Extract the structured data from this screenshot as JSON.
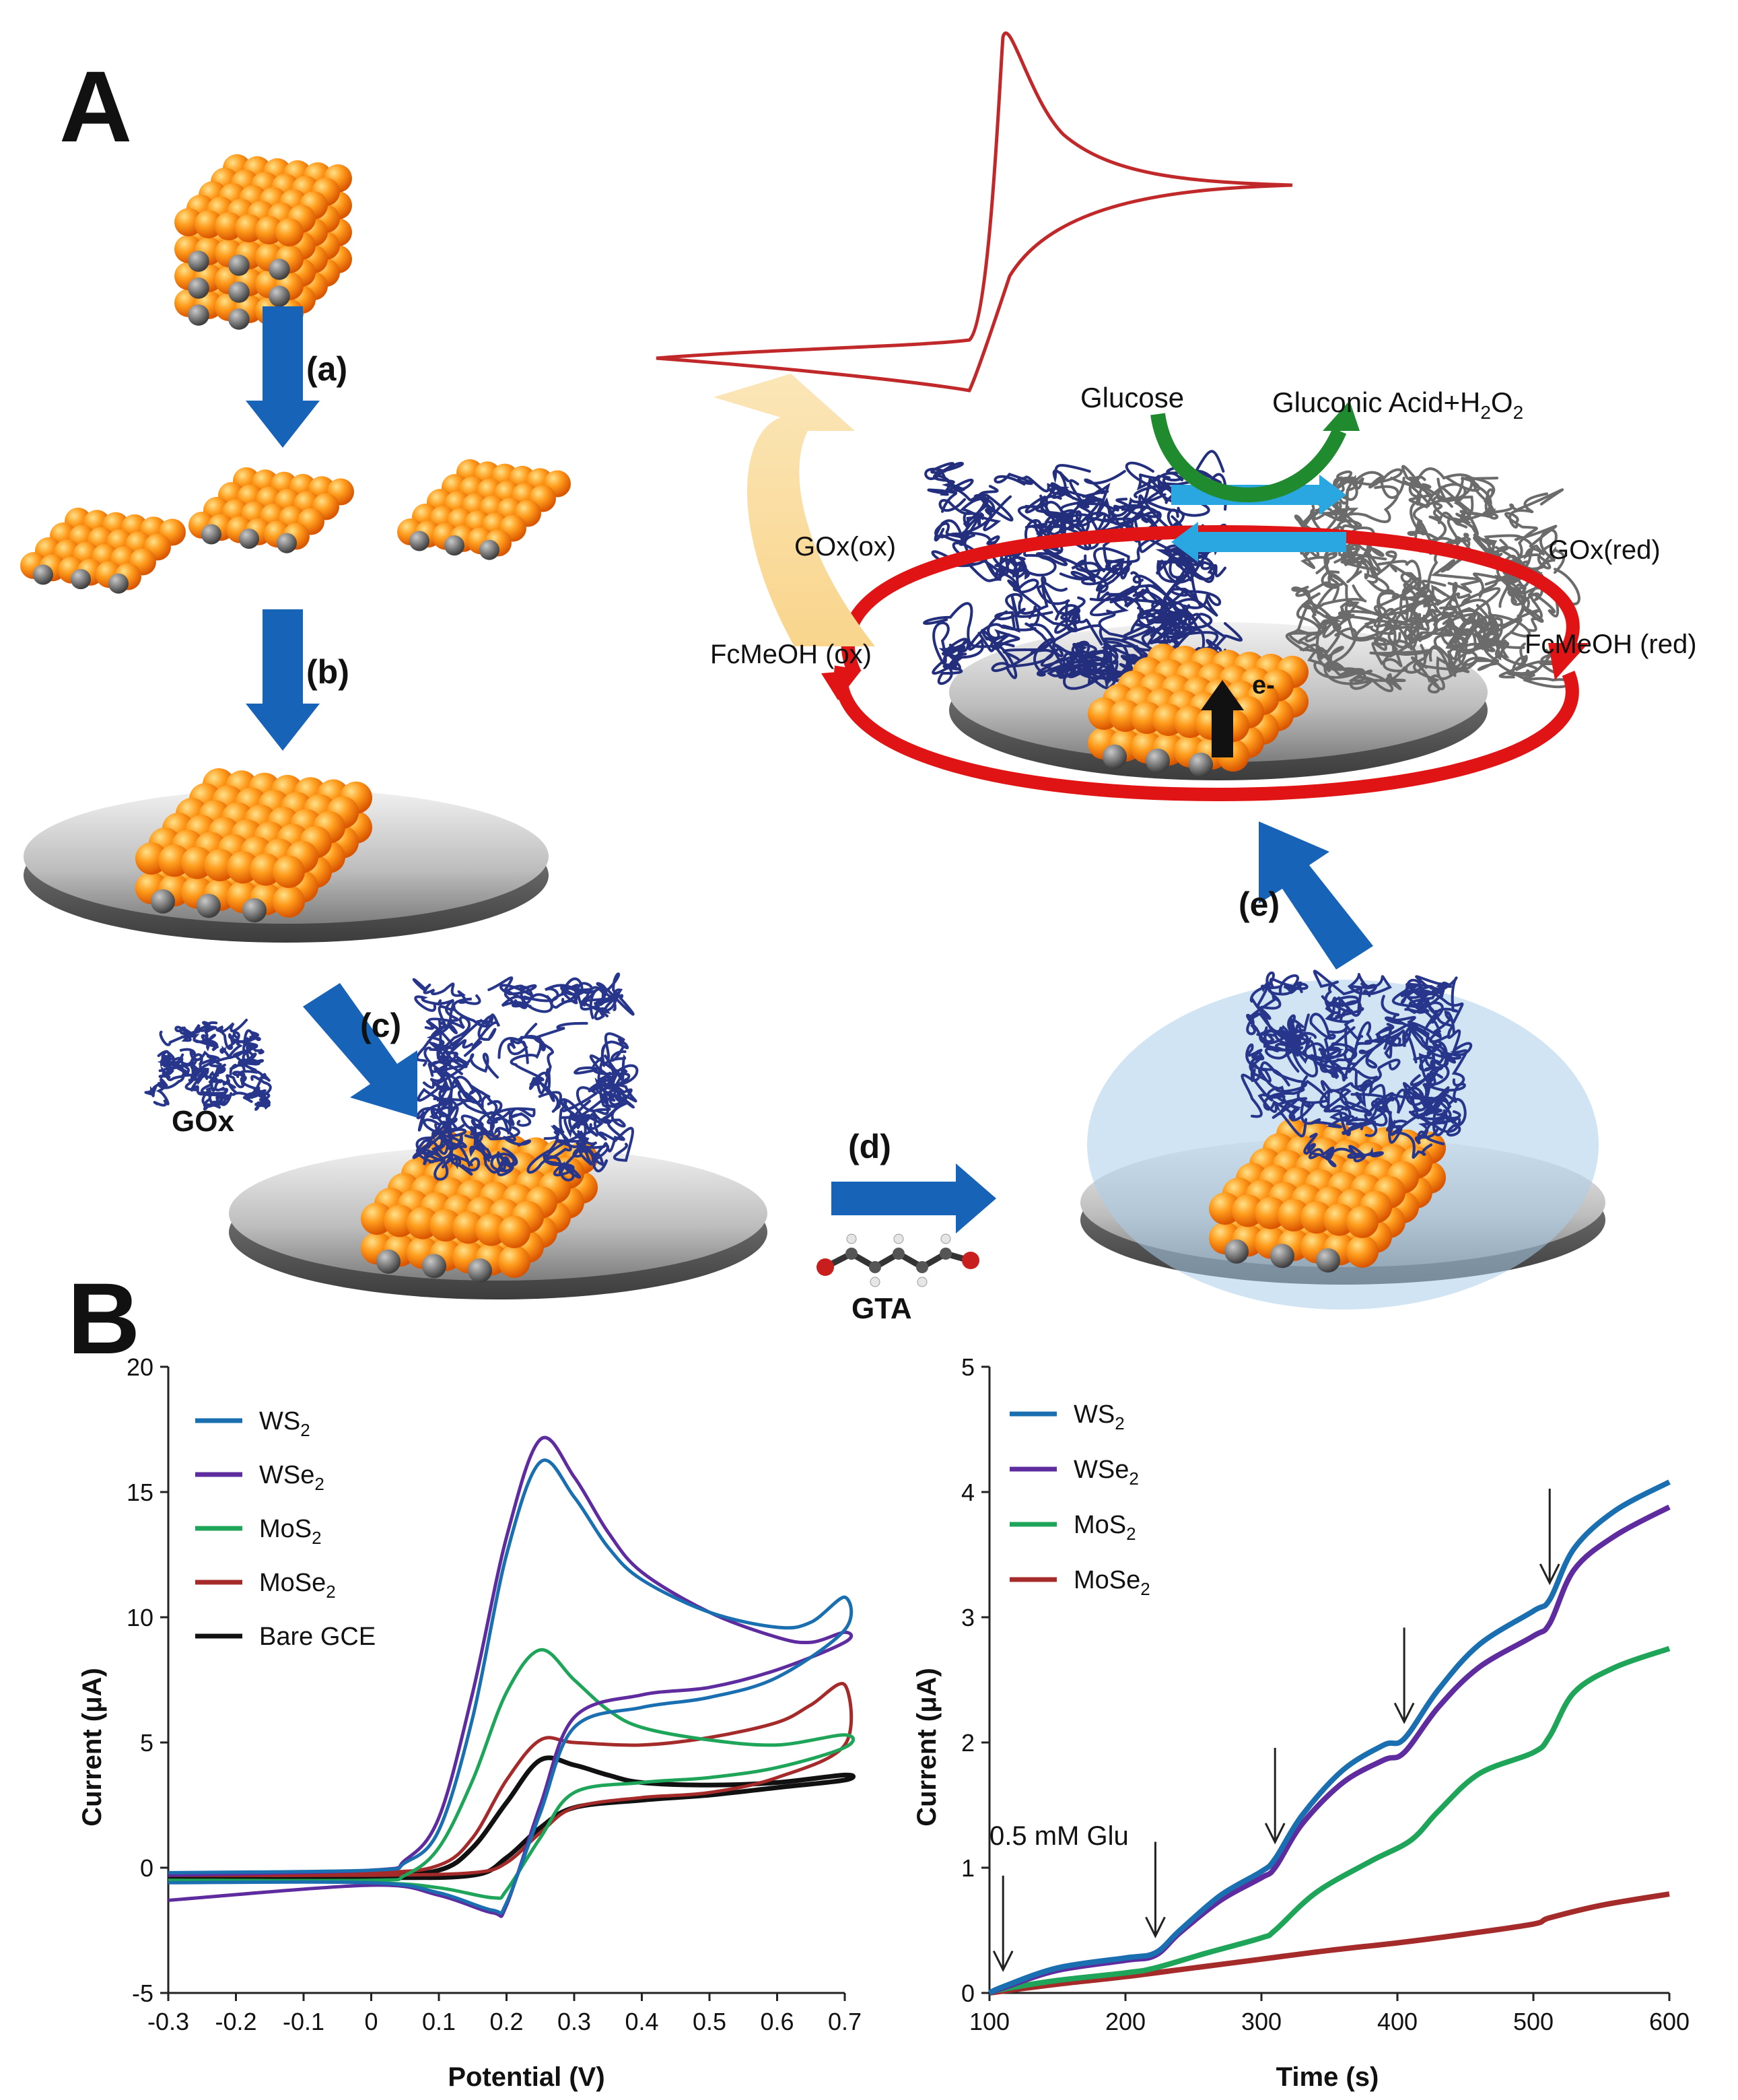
{
  "panel_labels": {
    "a": "A",
    "b": "B"
  },
  "steps": {
    "a": "(a)",
    "b": "(b)",
    "c": "(c)",
    "d": "(d)",
    "e": "(e)"
  },
  "reagents": {
    "gox": "GOx",
    "gta": "GTA"
  },
  "reaction": {
    "glucose": "Glucose",
    "product_main": "Gluconic Acid+H",
    "product_sub1": "2",
    "product_mid": "O",
    "product_sub2": "2",
    "gox_ox": "GOx(ox)",
    "gox_red": "GOx(red)",
    "fc_ox": "FcMeOH (ox)",
    "fc_red": "FcMeOH (red)",
    "electron": "e-"
  },
  "colors": {
    "arrow_blue": "#1763b8",
    "cycle_red": "#e01414",
    "glucose_green": "#1f8a2e",
    "flow_cyan": "#2aa7e0",
    "signal_yellow": "#f9d58c",
    "cv_red": "#c0282a"
  },
  "chart_data": [
    {
      "type": "line",
      "xlabel": "Potential (V)",
      "ylabel": "Current (μA)",
      "xlim": [
        -0.3,
        0.7
      ],
      "ylim": [
        -5,
        20
      ],
      "xticks": [
        "-0.3",
        "-0.2",
        "-0.1",
        "0",
        "0.1",
        "0.2",
        "0.3",
        "0.4",
        "0.5",
        "0.6",
        "0.7"
      ],
      "yticks": [
        "-5",
        "0",
        "5",
        "10",
        "15",
        "20"
      ],
      "grid": false,
      "legend": "top-left",
      "series": [
        {
          "name": "WS",
          "sub": "2",
          "color": "#1a6fb0",
          "forward": [
            [
              -0.3,
              -0.2
            ],
            [
              0,
              -0.1
            ],
            [
              0.05,
              0.2
            ],
            [
              0.1,
              1.5
            ],
            [
              0.15,
              6
            ],
            [
              0.2,
              12.5
            ],
            [
              0.25,
              16.2
            ],
            [
              0.3,
              14.8
            ],
            [
              0.35,
              12.8
            ],
            [
              0.4,
              11.5
            ],
            [
              0.5,
              10.2
            ],
            [
              0.6,
              9.6
            ],
            [
              0.65,
              9.8
            ],
            [
              0.7,
              10.8
            ]
          ],
          "reverse": [
            [
              0.7,
              9.5
            ],
            [
              0.6,
              7.6
            ],
            [
              0.5,
              6.8
            ],
            [
              0.4,
              6.4
            ],
            [
              0.3,
              5.6
            ],
            [
              0.25,
              2.2
            ],
            [
              0.2,
              -1.4
            ],
            [
              0.18,
              -1.7
            ],
            [
              0.1,
              -1.0
            ],
            [
              0,
              -0.6
            ],
            [
              -0.3,
              -0.6
            ]
          ]
        },
        {
          "name": "WSe",
          "sub": "2",
          "color": "#5e2c9e",
          "forward": [
            [
              -0.3,
              -0.3
            ],
            [
              0,
              -0.1
            ],
            [
              0.05,
              0.3
            ],
            [
              0.1,
              2
            ],
            [
              0.15,
              7
            ],
            [
              0.2,
              13.2
            ],
            [
              0.25,
              17.1
            ],
            [
              0.3,
              15.6
            ],
            [
              0.35,
              13.4
            ],
            [
              0.4,
              11.8
            ],
            [
              0.5,
              10.2
            ],
            [
              0.6,
              9.2
            ],
            [
              0.65,
              9.0
            ],
            [
              0.7,
              9.4
            ]
          ],
          "reverse": [
            [
              0.7,
              9.0
            ],
            [
              0.6,
              7.9
            ],
            [
              0.5,
              7.2
            ],
            [
              0.4,
              6.9
            ],
            [
              0.3,
              6.0
            ],
            [
              0.25,
              2.5
            ],
            [
              0.2,
              -1.5
            ],
            [
              0.18,
              -1.8
            ],
            [
              0.1,
              -1.1
            ],
            [
              0,
              -0.7
            ],
            [
              -0.3,
              -1.3
            ]
          ]
        },
        {
          "name": "MoS",
          "sub": "2",
          "color": "#1fa55a",
          "forward": [
            [
              -0.3,
              -0.5
            ],
            [
              0,
              -0.5
            ],
            [
              0.05,
              -0.3
            ],
            [
              0.1,
              0.8
            ],
            [
              0.15,
              3.5
            ],
            [
              0.2,
              7
            ],
            [
              0.25,
              8.7
            ],
            [
              0.3,
              7.5
            ],
            [
              0.35,
              6.3
            ],
            [
              0.4,
              5.6
            ],
            [
              0.5,
              5.1
            ],
            [
              0.6,
              4.9
            ],
            [
              0.7,
              5.3
            ]
          ],
          "reverse": [
            [
              0.7,
              4.8
            ],
            [
              0.6,
              4.0
            ],
            [
              0.5,
              3.6
            ],
            [
              0.4,
              3.4
            ],
            [
              0.3,
              3.0
            ],
            [
              0.25,
              1.2
            ],
            [
              0.2,
              -0.9
            ],
            [
              0.18,
              -1.2
            ],
            [
              0.1,
              -0.8
            ],
            [
              0,
              -0.6
            ],
            [
              -0.3,
              -0.5
            ]
          ]
        },
        {
          "name": "MoSe",
          "sub": "2",
          "color": "#a52a2a",
          "forward": [
            [
              -0.3,
              -0.3
            ],
            [
              0,
              -0.2
            ],
            [
              0.1,
              0.1
            ],
            [
              0.15,
              1.2
            ],
            [
              0.2,
              3.5
            ],
            [
              0.25,
              5.1
            ],
            [
              0.3,
              5.0
            ],
            [
              0.4,
              4.9
            ],
            [
              0.5,
              5.2
            ],
            [
              0.6,
              5.8
            ],
            [
              0.65,
              6.5
            ],
            [
              0.7,
              7.3
            ]
          ],
          "reverse": [
            [
              0.7,
              4.9
            ],
            [
              0.6,
              3.6
            ],
            [
              0.5,
              3.0
            ],
            [
              0.4,
              2.8
            ],
            [
              0.3,
              2.4
            ],
            [
              0.25,
              1.4
            ],
            [
              0.2,
              0.2
            ],
            [
              0.15,
              -0.2
            ],
            [
              0,
              -0.3
            ],
            [
              -0.3,
              -0.3
            ]
          ]
        },
        {
          "name": "Bare GCE",
          "sub": "",
          "color": "#111111",
          "forward": [
            [
              -0.3,
              -0.4
            ],
            [
              0,
              -0.3
            ],
            [
              0.1,
              -0.1
            ],
            [
              0.15,
              0.8
            ],
            [
              0.2,
              2.6
            ],
            [
              0.25,
              4.3
            ],
            [
              0.3,
              4.1
            ],
            [
              0.35,
              3.7
            ],
            [
              0.4,
              3.4
            ],
            [
              0.5,
              3.3
            ],
            [
              0.6,
              3.4
            ],
            [
              0.7,
              3.7
            ]
          ],
          "reverse": [
            [
              0.7,
              3.5
            ],
            [
              0.6,
              3.2
            ],
            [
              0.5,
              2.9
            ],
            [
              0.4,
              2.7
            ],
            [
              0.3,
              2.4
            ],
            [
              0.25,
              1.6
            ],
            [
              0.2,
              0.4
            ],
            [
              0.15,
              -0.3
            ],
            [
              0,
              -0.4
            ],
            [
              -0.3,
              -0.4
            ]
          ]
        }
      ]
    },
    {
      "type": "line",
      "xlabel": "Time (s)",
      "ylabel": "Current (μA)",
      "xlim": [
        100,
        600
      ],
      "ylim": [
        0,
        5
      ],
      "xticks": [
        "100",
        "200",
        "300",
        "400",
        "500",
        "600"
      ],
      "yticks": [
        "0",
        "1",
        "2",
        "3",
        "4",
        "5"
      ],
      "grid": false,
      "legend": "top-left",
      "annotation": "0.5 mM Glu",
      "arrow_times": [
        110,
        222,
        310,
        405,
        512
      ],
      "series": [
        {
          "name": "WS",
          "sub": "2",
          "color": "#1a6fb0",
          "x": [
            100,
            110,
            150,
            200,
            222,
            240,
            270,
            300,
            310,
            330,
            360,
            390,
            405,
            430,
            460,
            500,
            512,
            530,
            560,
            600
          ],
          "y": [
            0,
            0.05,
            0.2,
            0.28,
            0.32,
            0.5,
            0.78,
            0.97,
            1.07,
            1.42,
            1.78,
            1.98,
            2.03,
            2.42,
            2.78,
            3.05,
            3.14,
            3.55,
            3.85,
            4.08
          ]
        },
        {
          "name": "WSe",
          "sub": "2",
          "color": "#5e2c9e",
          "x": [
            100,
            110,
            150,
            200,
            222,
            240,
            270,
            300,
            310,
            330,
            360,
            390,
            405,
            430,
            460,
            500,
            512,
            530,
            560,
            600
          ],
          "y": [
            0,
            0.04,
            0.18,
            0.26,
            0.3,
            0.48,
            0.74,
            0.92,
            1.0,
            1.35,
            1.68,
            1.86,
            1.92,
            2.28,
            2.6,
            2.85,
            2.95,
            3.38,
            3.65,
            3.88
          ]
        },
        {
          "name": "MoS",
          "sub": "2",
          "color": "#1fa55a",
          "x": [
            100,
            110,
            150,
            200,
            222,
            260,
            300,
            310,
            340,
            380,
            410,
            430,
            460,
            500,
            512,
            530,
            560,
            600
          ],
          "y": [
            0,
            0.03,
            0.1,
            0.16,
            0.2,
            0.32,
            0.44,
            0.5,
            0.8,
            1.05,
            1.22,
            1.45,
            1.75,
            1.92,
            2.05,
            2.4,
            2.6,
            2.75
          ]
        },
        {
          "name": "MoSe",
          "sub": "2",
          "color": "#a52a2a",
          "x": [
            100,
            150,
            200,
            250,
            300,
            350,
            400,
            450,
            500,
            512,
            550,
            600
          ],
          "y": [
            0,
            0.07,
            0.13,
            0.2,
            0.27,
            0.34,
            0.4,
            0.47,
            0.55,
            0.6,
            0.7,
            0.79
          ]
        }
      ]
    }
  ]
}
